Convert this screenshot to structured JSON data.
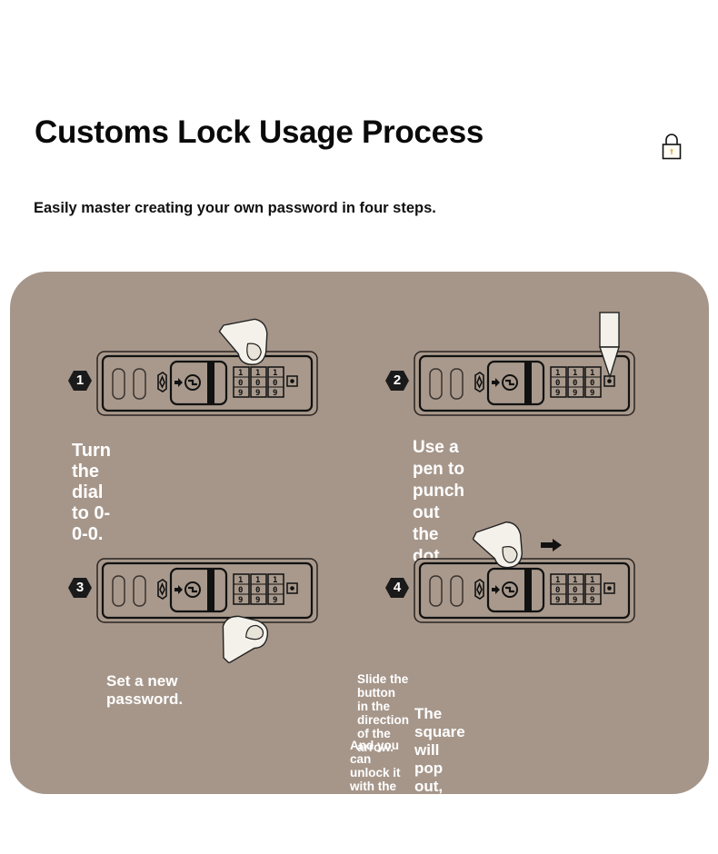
{
  "header": {
    "title": "Customs Lock Usage Process",
    "subtitle": "Easily master creating your own password in four steps.",
    "icon": "padlock-icon"
  },
  "colors": {
    "panel_bg": "#a6968a",
    "lock_face": "#a8998c",
    "outline": "#1a1a1a",
    "text_light": "#ffffff",
    "title_text": "#0a0a0a"
  },
  "steps": [
    {
      "number": "1",
      "caption_lines": [
        "Turn the dial to 0-0-0."
      ],
      "dials": [
        [
          "1",
          "0",
          "9"
        ],
        [
          "1",
          "0",
          "9"
        ],
        [
          "1",
          "0",
          "9"
        ]
      ],
      "pointer": "finger-on-dials-icon"
    },
    {
      "number": "2",
      "caption_lines": [
        "Use a pen to punch",
        "out the dot."
      ],
      "dials": [
        [
          "1",
          "0",
          "9"
        ],
        [
          "1",
          "0",
          "9"
        ],
        [
          "1",
          "0",
          "9"
        ]
      ],
      "pointer": "pen-tip-icon"
    },
    {
      "number": "3",
      "caption_lines": [
        "Set a new password."
      ],
      "dials": [
        [
          "1",
          "0",
          "9"
        ],
        [
          "1",
          "0",
          "9"
        ],
        [
          "1",
          "0",
          "9"
        ]
      ],
      "pointer": "finger-below-dials-icon"
    },
    {
      "number": "4",
      "caption_lines": [
        "Slide the button in the direction of the arrow.",
        "The square will pop out,",
        "And you can unlock it with the new password."
      ],
      "dials": [
        [
          "1",
          "0",
          "9"
        ],
        [
          "1",
          "0",
          "9"
        ],
        [
          "1",
          "0",
          "9"
        ]
      ],
      "pointer": "finger-slide-icon",
      "arrow": "arrow-right-icon"
    }
  ]
}
